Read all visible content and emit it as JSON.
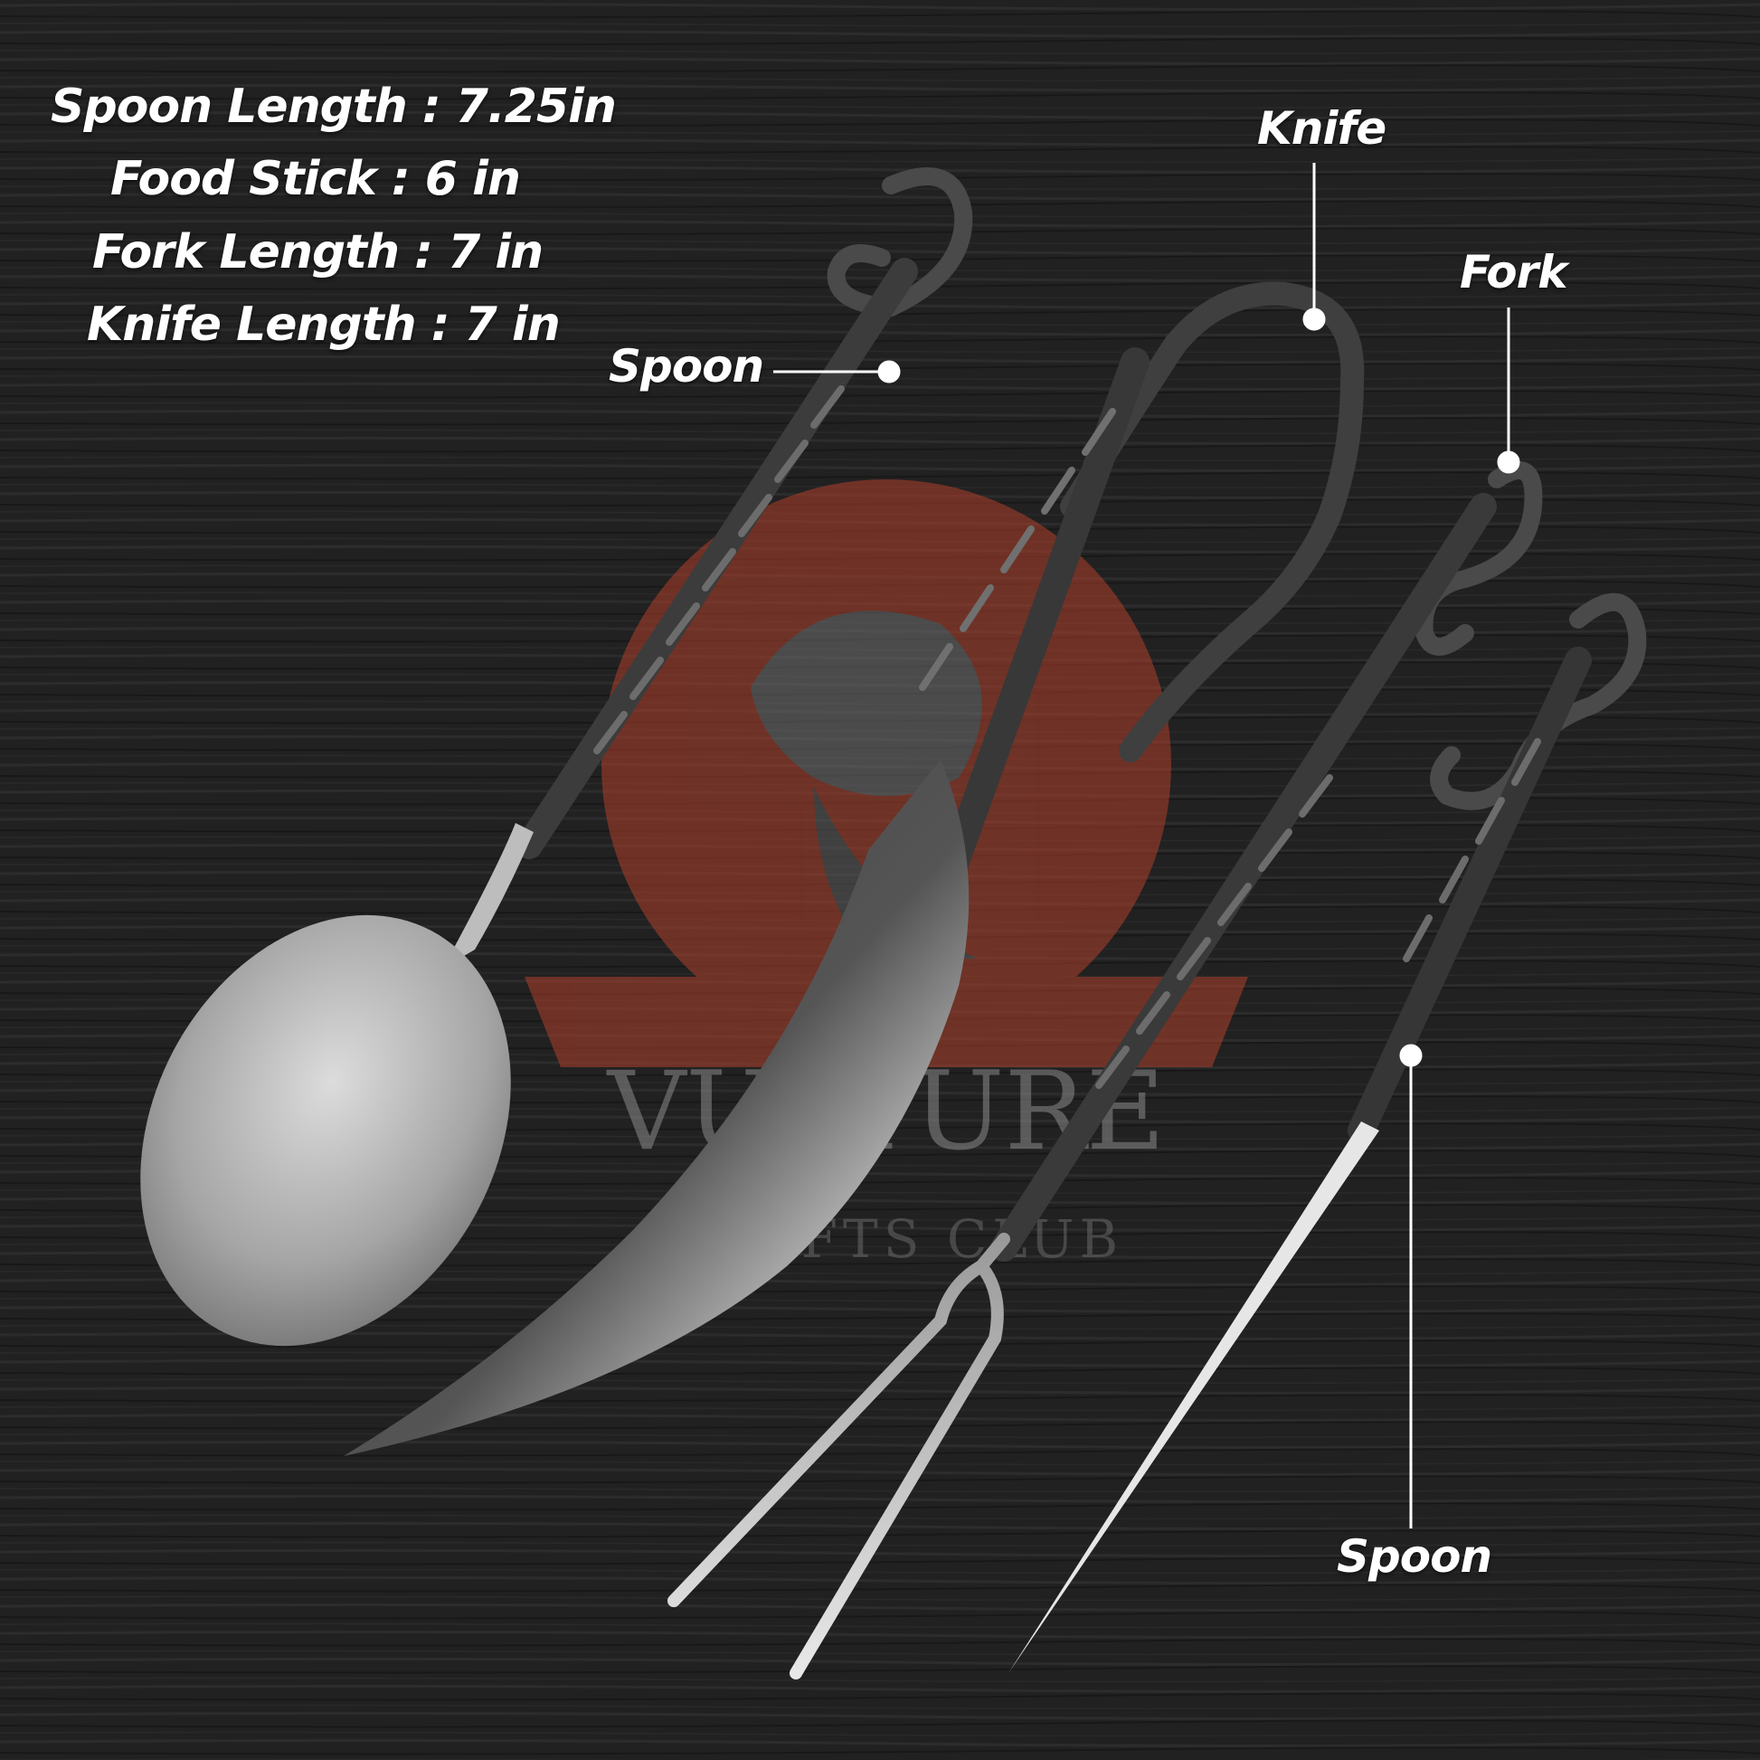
{
  "specs": {
    "spoon_length": "Spoon Length : 7.25in",
    "food_stick": "Food Stick : 6 in",
    "fork_length": "Fork  Length : 7 in",
    "knife_length": "Knife Length : 7 in"
  },
  "callouts": {
    "spoon_top": "Spoon",
    "knife": "Knife",
    "fork": "Fork",
    "spoon_bottom": "Spoon"
  },
  "watermark": {
    "brand": "VULTURE",
    "tagline": "CRAFTS CLUB"
  },
  "colors": {
    "background": "#1e1e1e",
    "watermark_red": "#b0402c",
    "text": "#ffffff"
  }
}
